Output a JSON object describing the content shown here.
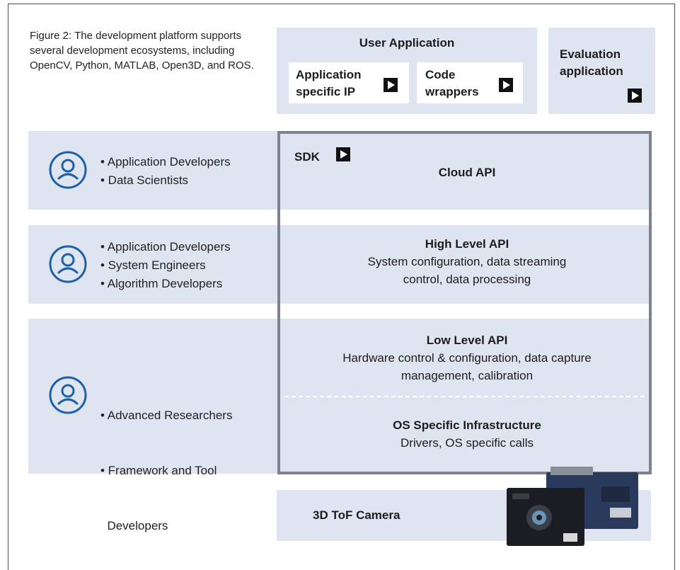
{
  "caption": "Figure 2: The development platform supports several development ecosystems, including OpenCV, Python, MATLAB, Open3D, and ROS.",
  "user_app": {
    "title": "User Application",
    "ip_box": "Application specific IP",
    "wrapper_box": "Code wrappers"
  },
  "eval_app": "Evaluation application",
  "sdk_label": "SDK",
  "rows": [
    {
      "bullets": [
        "• Application Developers",
        "• Data Scientists"
      ]
    },
    {
      "bullets": [
        "• Application Developers",
        "• System Engineers",
        "• Algorithm Developers"
      ]
    },
    {
      "bullets": [
        "• Advanced Researchers",
        "• Framework and Tool",
        "  Developers"
      ]
    }
  ],
  "cloud_api": "Cloud API",
  "high_level": {
    "title": "High Level API",
    "desc1": "System configuration, data streaming",
    "desc2": "control, data processing"
  },
  "low_level": {
    "title": "Low Level API",
    "desc1": "Hardware control & configuration, data capture",
    "desc2": "management, calibration"
  },
  "os_infra": {
    "title": "OS Specific Infrastructure",
    "desc": "Drivers, OS specific calls"
  },
  "camera": "3D ToF Camera",
  "colors": {
    "panel": "#dfe4f1",
    "icon": "#1e5fa8",
    "sdk_border": "#7c8290"
  }
}
